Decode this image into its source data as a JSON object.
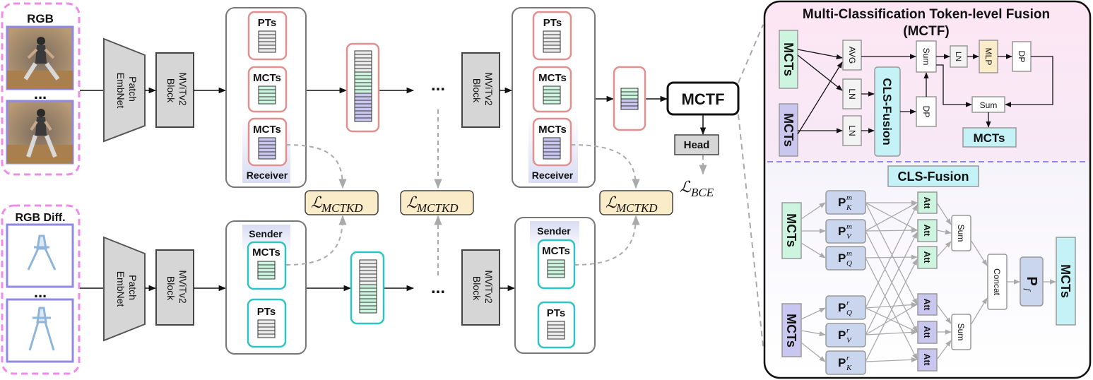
{
  "colors": {
    "pink_dash": "#f08ae8",
    "rgb_frame": "#8f88e6",
    "pt_border": "#e28f8f",
    "teal": "#2ec4c4",
    "mint": "#ccf4df",
    "lavender": "#c9c7ef",
    "cream": "#fbecc9",
    "cyan_fill": "#c4f2f6",
    "panel_bg": "#fbe9f6",
    "panel_bottom_bg": "#f8f4fb",
    "gray_block": "#d6d6d6",
    "blue_proj": "#c9d6ee",
    "arrow_gray": "#aaaaaa"
  },
  "left": {
    "rgb_label": "RGB",
    "rgbdiff_label": "RGB Diff.",
    "ellipsis": "...",
    "patch_embnet": [
      "Patch",
      "EmbNet"
    ],
    "mvit_block": [
      "MViTv2",
      "Block"
    ],
    "pts": "PTs",
    "mcts": "MCTs",
    "receiver": "Receiver",
    "sender": "Sender",
    "dots": "...",
    "mctf": "MCTF",
    "head": "Head",
    "loss_kd": "MCTKD",
    "loss_bce": "BCE"
  },
  "panel": {
    "title_line1": "Multi-Classification Token-level Fusion",
    "title_line2": "(MCTF)",
    "mcts": "MCTs",
    "avg": "AVG",
    "ln": "LN",
    "sum": "Sum",
    "mlp": "MLP",
    "dp": "DP",
    "cls_fusion": "CLS-Fusion",
    "att": "Att",
    "concat": "Concat",
    "p": "P",
    "sup_m": "m",
    "sup_r": "r",
    "sub_k": "K",
    "sub_v": "V",
    "sub_q": "Q",
    "sub_f": "f"
  }
}
